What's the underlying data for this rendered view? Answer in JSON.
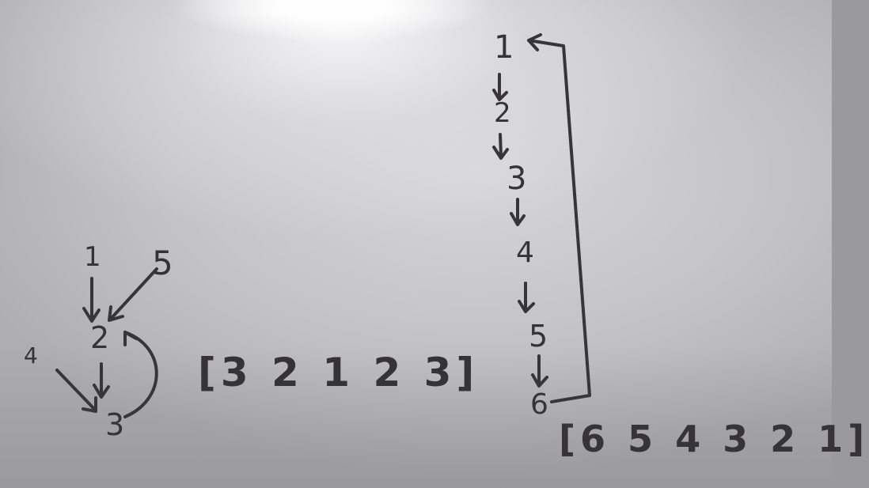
{
  "left_diagram": {
    "nodes": {
      "n1": "1",
      "n2": "2",
      "n3": "3",
      "n4": "4",
      "n5": "5"
    },
    "edges": [
      {
        "from": "1",
        "to": "2"
      },
      {
        "from": "5",
        "to": "2"
      },
      {
        "from": "2",
        "to": "3"
      },
      {
        "from": "4",
        "to": "3"
      },
      {
        "from": "3",
        "to": "2"
      }
    ],
    "array": "[3 2 1 2 3]"
  },
  "right_diagram": {
    "nodes": {
      "n1": "1",
      "n2": "2",
      "n3": "3",
      "n4": "4",
      "n5": "5",
      "n6": "6"
    },
    "edges": [
      {
        "from": "1",
        "to": "2"
      },
      {
        "from": "2",
        "to": "3"
      },
      {
        "from": "3",
        "to": "4"
      },
      {
        "from": "4",
        "to": "5"
      },
      {
        "from": "5",
        "to": "6"
      },
      {
        "from": "6",
        "to": "1"
      }
    ],
    "array": "[6 5 4 3 2 1]"
  },
  "colors": {
    "ink": "#353335",
    "board": "#c8c8cb",
    "glare": "#ffffff"
  }
}
